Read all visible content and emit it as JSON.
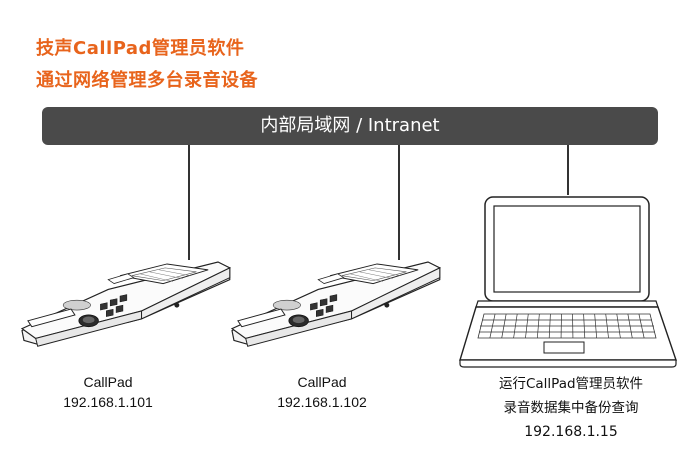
{
  "header": {
    "title_line1": "技声CallPad管理员软件",
    "title_line2": "通过网络管理多台录音设备",
    "accent_color": "#e8641c"
  },
  "network": {
    "label": "内部局域网 / Intranet",
    "bar_color": "#4a4a4a"
  },
  "devices": [
    {
      "name": "CallPad",
      "ip": "192.168.1.101",
      "icon": "callpad-device-icon"
    },
    {
      "name": "CallPad",
      "ip": "192.168.1.102",
      "icon": "callpad-device-icon"
    }
  ],
  "laptop": {
    "line1": "运行CallPad管理员软件",
    "line2": "录音数据集中备份查询",
    "ip": "192.168.1.15",
    "icon": "laptop-icon"
  }
}
